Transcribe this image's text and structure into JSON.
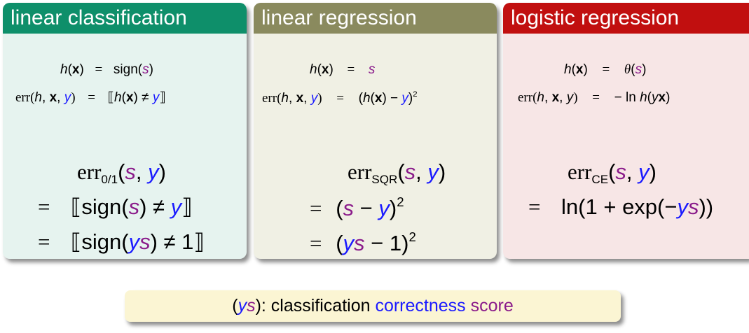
{
  "panels": [
    {
      "title": "linear classification",
      "h_lhs": "h",
      "h_rhs_fn": "sign",
      "h_rhs_arg": "s",
      "err_rhs": "h(x) ≠ y",
      "big_lhs_sub": "0/1",
      "big_rhs1": "sign(s) ≠ y",
      "big_rhs2": "sign(ys) ≠ 1"
    },
    {
      "title": "linear regression",
      "h_rhs": "s",
      "err_rhs": "(h(x) − y)",
      "err_rhs_sup": "2",
      "big_lhs_sub": "SQR",
      "big_rhs1": "(s − y)",
      "big_rhs1_sup": "2",
      "big_rhs2": "(ys − 1)",
      "big_rhs2_sup": "2"
    },
    {
      "title": "logistic regression",
      "h_rhs": "θ(s)",
      "err_rhs": "− ln h(yx)",
      "big_lhs_sub": "CE",
      "big_rhs1": "ln(1 + exp(−ys))"
    }
  ],
  "common": {
    "h_of_x": "h(x)",
    "err_fn": "err",
    "err_args": "(h, x, y)",
    "equals": "=",
    "big_args": "(s, y)"
  },
  "note": {
    "part1": "(ys): classification ",
    "part2": "correctness",
    "part3": " ",
    "part4": "score"
  },
  "colors": {
    "purple": "#8a1a8a",
    "blue": "#1a1aff",
    "green_title": "#0e8f6a",
    "olive_title": "#8a8a5e",
    "red_title": "#c10f0f"
  }
}
